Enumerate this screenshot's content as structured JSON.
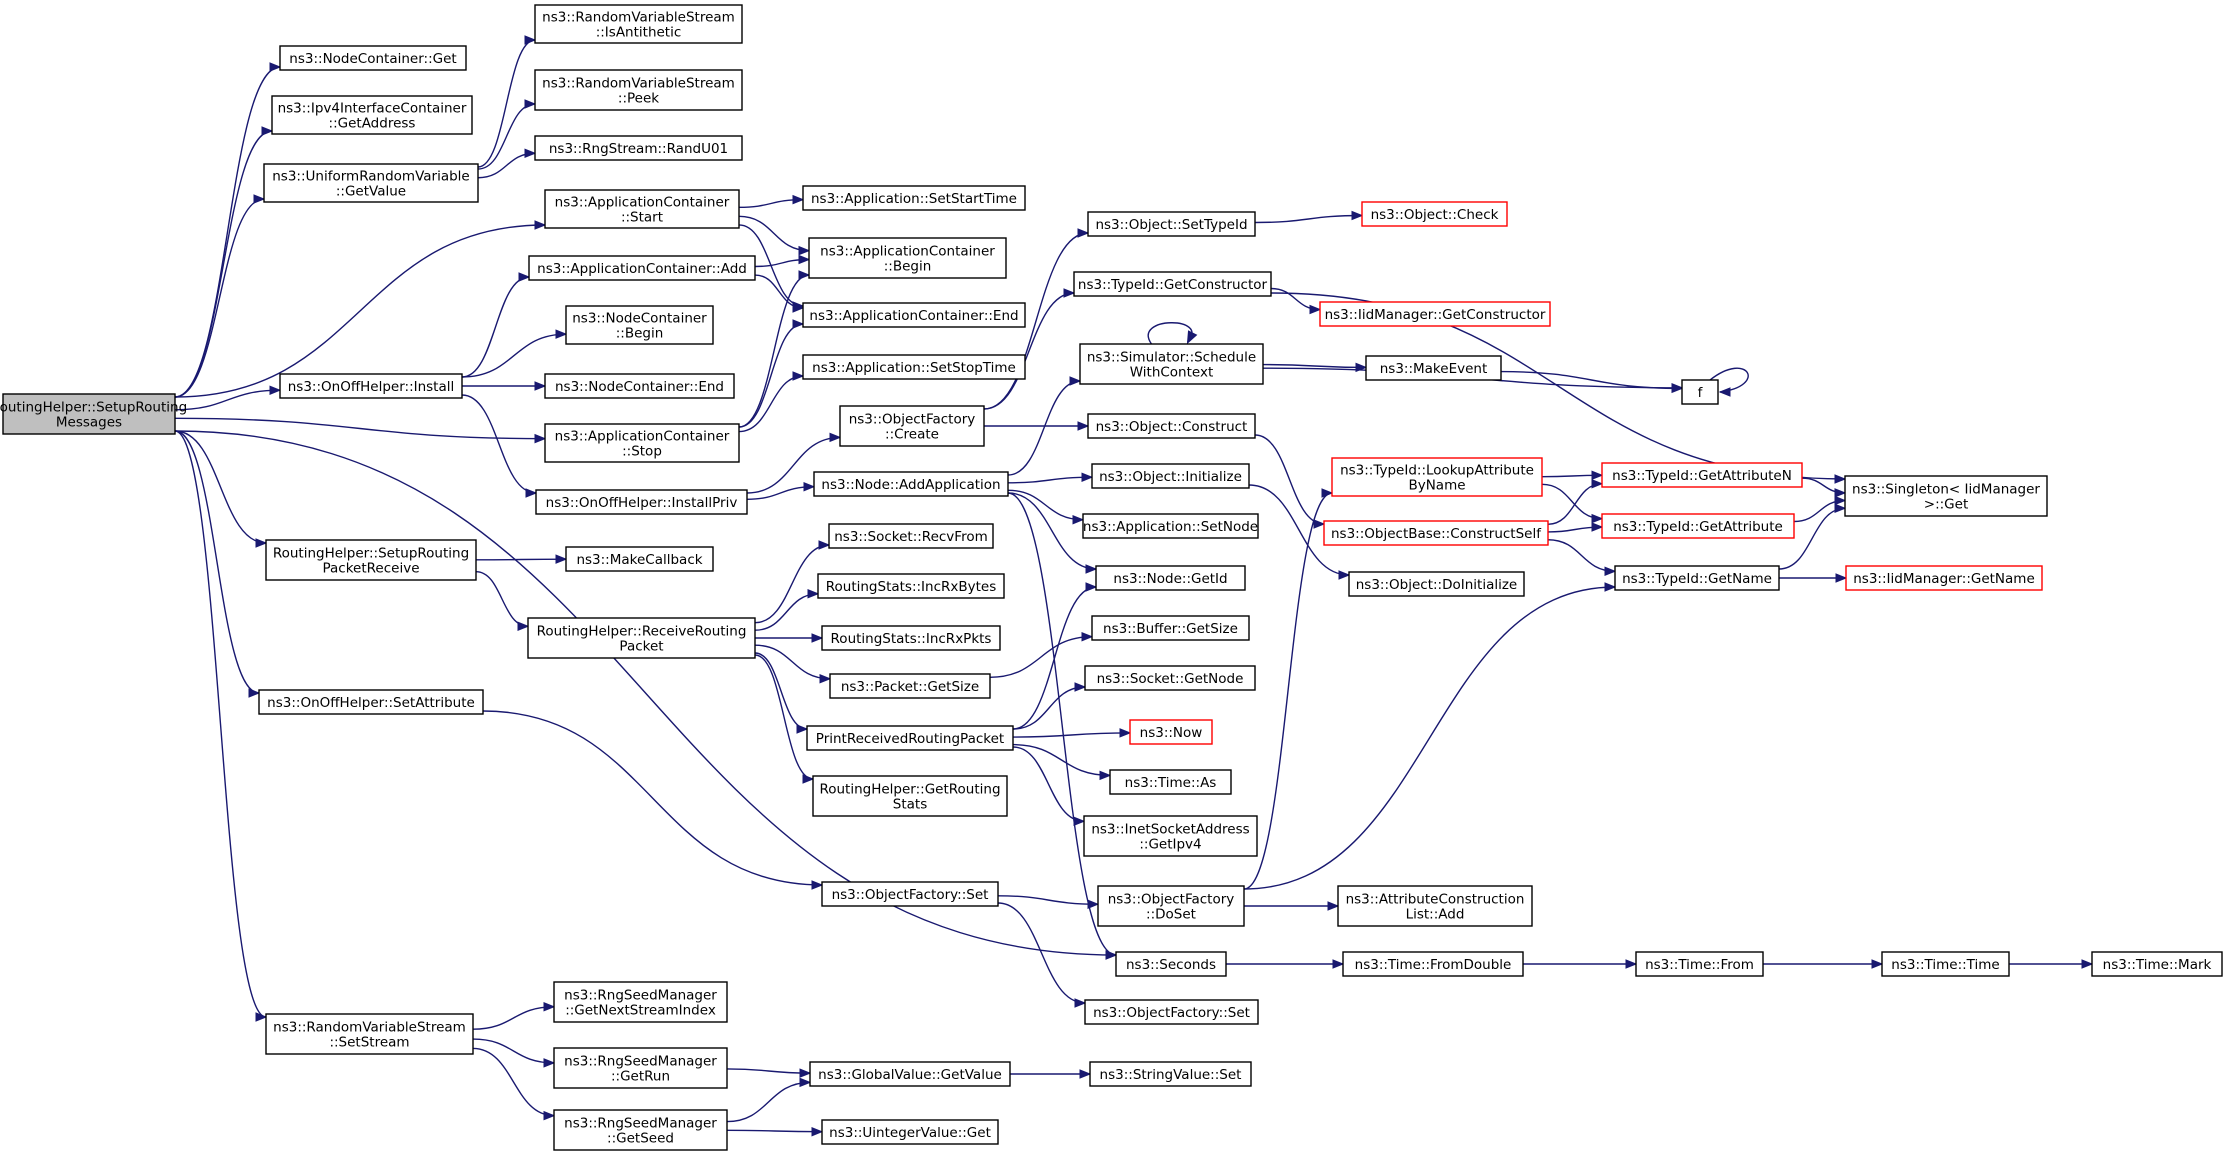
{
  "graph": {
    "colors": {
      "edge": "#191970",
      "truncated_border": "#ff0000",
      "root_fill": "#bfbfbf"
    },
    "nodes": [
      {
        "id": "root",
        "lines": [
          "RoutingHelper::SetupRouting",
          "Messages"
        ],
        "root": true
      },
      {
        "id": "nc_get",
        "lines": [
          "ns3::NodeContainer::Get"
        ]
      },
      {
        "id": "ipv4_getaddr",
        "lines": [
          "ns3::Ipv4InterfaceContainer",
          "::GetAddress"
        ]
      },
      {
        "id": "urv_getvalue",
        "lines": [
          "ns3::UniformRandomVariable",
          "::GetValue"
        ]
      },
      {
        "id": "rvs_isanti",
        "lines": [
          "ns3::RandomVariableStream",
          "::IsAntithetic"
        ]
      },
      {
        "id": "rvs_peek",
        "lines": [
          "ns3::RandomVariableStream",
          "::Peek"
        ]
      },
      {
        "id": "rng_randu01",
        "lines": [
          "ns3::RngStream::RandU01"
        ]
      },
      {
        "id": "ac_start",
        "lines": [
          "ns3::ApplicationContainer",
          "::Start"
        ]
      },
      {
        "id": "app_setstart",
        "lines": [
          "ns3::Application::SetStartTime"
        ]
      },
      {
        "id": "ac_begin",
        "lines": [
          "ns3::ApplicationContainer",
          "::Begin"
        ]
      },
      {
        "id": "ac_add",
        "lines": [
          "ns3::ApplicationContainer::Add"
        ]
      },
      {
        "id": "ac_end",
        "lines": [
          "ns3::ApplicationContainer::End"
        ]
      },
      {
        "id": "nc_begin",
        "lines": [
          "ns3::NodeContainer",
          "::Begin"
        ]
      },
      {
        "id": "onoff_install",
        "lines": [
          "ns3::OnOffHelper::Install"
        ]
      },
      {
        "id": "nc_end",
        "lines": [
          "ns3::NodeContainer::End"
        ]
      },
      {
        "id": "app_setstop",
        "lines": [
          "ns3::Application::SetStopTime"
        ]
      },
      {
        "id": "ac_stop",
        "lines": [
          "ns3::ApplicationContainer",
          "::Stop"
        ]
      },
      {
        "id": "onoff_installpriv",
        "lines": [
          "ns3::OnOffHelper::InstallPriv"
        ]
      },
      {
        "id": "obj_settypeid",
        "lines": [
          "ns3::Object::SetTypeId"
        ]
      },
      {
        "id": "obj_check",
        "lines": [
          "ns3::Object::Check"
        ],
        "truncated": true
      },
      {
        "id": "typeid_getctor",
        "lines": [
          "ns3::TypeId::GetConstructor"
        ]
      },
      {
        "id": "iidm_getctor",
        "lines": [
          "ns3::IidManager::GetConstructor"
        ],
        "truncated": true
      },
      {
        "id": "sim_schedctx",
        "lines": [
          "ns3::Simulator::Schedule",
          "WithContext"
        ]
      },
      {
        "id": "makeevent",
        "lines": [
          "ns3::MakeEvent"
        ]
      },
      {
        "id": "f",
        "lines": [
          "f"
        ]
      },
      {
        "id": "objf_create",
        "lines": [
          "ns3::ObjectFactory",
          "::Create"
        ]
      },
      {
        "id": "obj_construct",
        "lines": [
          "ns3::Object::Construct"
        ]
      },
      {
        "id": "node_addapp",
        "lines": [
          "ns3::Node::AddApplication"
        ]
      },
      {
        "id": "obj_initialize",
        "lines": [
          "ns3::Object::Initialize"
        ]
      },
      {
        "id": "app_setnode",
        "lines": [
          "ns3::Application::SetNode"
        ]
      },
      {
        "id": "typeid_lookupattr",
        "lines": [
          "ns3::TypeId::LookupAttribute",
          "ByName"
        ],
        "truncated": true
      },
      {
        "id": "typeid_getattrn",
        "lines": [
          "ns3::TypeId::GetAttributeN"
        ],
        "truncated": true
      },
      {
        "id": "singleton_get",
        "lines": [
          "ns3::Singleton< IidManager",
          ">::Get"
        ]
      },
      {
        "id": "objbase_constructself",
        "lines": [
          "ns3::ObjectBase::ConstructSelf"
        ],
        "truncated": true
      },
      {
        "id": "typeid_getattr",
        "lines": [
          "ns3::TypeId::GetAttribute"
        ],
        "truncated": true
      },
      {
        "id": "typeid_getname",
        "lines": [
          "ns3::TypeId::GetName"
        ]
      },
      {
        "id": "iidm_getname",
        "lines": [
          "ns3::IidManager::GetName"
        ],
        "truncated": true
      },
      {
        "id": "obj_doinit",
        "lines": [
          "ns3::Object::DoInitialize"
        ]
      },
      {
        "id": "rh_setuprecv",
        "lines": [
          "RoutingHelper::SetupRouting",
          "PacketReceive"
        ]
      },
      {
        "id": "makecallback",
        "lines": [
          "ns3::MakeCallback"
        ]
      },
      {
        "id": "sock_recvfrom",
        "lines": [
          "ns3::Socket::RecvFrom"
        ]
      },
      {
        "id": "rs_incrxbytes",
        "lines": [
          "RoutingStats::IncRxBytes"
        ]
      },
      {
        "id": "node_getid",
        "lines": [
          "ns3::Node::GetId"
        ]
      },
      {
        "id": "rh_recvpacket",
        "lines": [
          "RoutingHelper::ReceiveRouting",
          "Packet"
        ]
      },
      {
        "id": "rs_incrxpkts",
        "lines": [
          "RoutingStats::IncRxPkts"
        ]
      },
      {
        "id": "buf_getsize",
        "lines": [
          "ns3::Buffer::GetSize"
        ]
      },
      {
        "id": "pkt_getsize",
        "lines": [
          "ns3::Packet::GetSize"
        ]
      },
      {
        "id": "sock_getnode",
        "lines": [
          "ns3::Socket::GetNode"
        ]
      },
      {
        "id": "onoff_setattr",
        "lines": [
          "ns3::OnOffHelper::SetAttribute"
        ]
      },
      {
        "id": "print_recv",
        "lines": [
          "PrintReceivedRoutingPacket"
        ]
      },
      {
        "id": "now",
        "lines": [
          "ns3::Now"
        ],
        "truncated": true
      },
      {
        "id": "time_as",
        "lines": [
          "ns3::Time::As"
        ]
      },
      {
        "id": "rh_getstats",
        "lines": [
          "RoutingHelper::GetRouting",
          "Stats"
        ]
      },
      {
        "id": "inet_getipv4",
        "lines": [
          "ns3::InetSocketAddress",
          "::GetIpv4"
        ]
      },
      {
        "id": "objf_set",
        "lines": [
          "ns3::ObjectFactory::Set"
        ]
      },
      {
        "id": "objf_doset",
        "lines": [
          "ns3::ObjectFactory",
          "::DoSet"
        ]
      },
      {
        "id": "acl_add",
        "lines": [
          "ns3::AttributeConstruction",
          "List::Add"
        ]
      },
      {
        "id": "seconds",
        "lines": [
          "ns3::Seconds"
        ]
      },
      {
        "id": "time_fromdouble",
        "lines": [
          "ns3::Time::FromDouble"
        ]
      },
      {
        "id": "time_from",
        "lines": [
          "ns3::Time::From"
        ]
      },
      {
        "id": "time_time",
        "lines": [
          "ns3::Time::Time"
        ]
      },
      {
        "id": "time_mark",
        "lines": [
          "ns3::Time::Mark"
        ]
      },
      {
        "id": "objf_set2",
        "lines": [
          "ns3::ObjectFactory::Set"
        ]
      },
      {
        "id": "rvs_setstream",
        "lines": [
          "ns3::RandomVariableStream",
          "::SetStream"
        ]
      },
      {
        "id": "rsm_nextstream",
        "lines": [
          "ns3::RngSeedManager",
          "::GetNextStreamIndex"
        ]
      },
      {
        "id": "rsm_getrun",
        "lines": [
          "ns3::RngSeedManager",
          "::GetRun"
        ]
      },
      {
        "id": "gv_getvalue",
        "lines": [
          "ns3::GlobalValue::GetValue"
        ]
      },
      {
        "id": "sv_set",
        "lines": [
          "ns3::StringValue::Set"
        ]
      },
      {
        "id": "rsm_getseed",
        "lines": [
          "ns3::RngSeedManager",
          "::GetSeed"
        ]
      },
      {
        "id": "uv_get",
        "lines": [
          "ns3::UintegerValue::Get"
        ]
      }
    ],
    "edges": [
      [
        "root",
        "nc_get"
      ],
      [
        "root",
        "ipv4_getaddr"
      ],
      [
        "root",
        "urv_getvalue"
      ],
      [
        "root",
        "ac_start"
      ],
      [
        "root",
        "onoff_install"
      ],
      [
        "root",
        "ac_stop"
      ],
      [
        "root",
        "rh_setuprecv"
      ],
      [
        "root",
        "onoff_setattr"
      ],
      [
        "root",
        "seconds"
      ],
      [
        "root",
        "rvs_setstream"
      ],
      [
        "urv_getvalue",
        "rvs_isanti"
      ],
      [
        "urv_getvalue",
        "rvs_peek"
      ],
      [
        "urv_getvalue",
        "rng_randu01"
      ],
      [
        "ac_start",
        "app_setstart"
      ],
      [
        "ac_start",
        "ac_begin"
      ],
      [
        "ac_start",
        "ac_end"
      ],
      [
        "ac_add",
        "ac_begin"
      ],
      [
        "ac_add",
        "ac_end"
      ],
      [
        "onoff_install",
        "ac_add"
      ],
      [
        "onoff_install",
        "nc_begin"
      ],
      [
        "onoff_install",
        "nc_end"
      ],
      [
        "onoff_install",
        "onoff_installpriv"
      ],
      [
        "ac_stop",
        "app_setstop"
      ],
      [
        "ac_stop",
        "ac_begin"
      ],
      [
        "ac_stop",
        "ac_end"
      ],
      [
        "onoff_installpriv",
        "objf_create"
      ],
      [
        "onoff_installpriv",
        "node_addapp"
      ],
      [
        "objf_create",
        "obj_settypeid"
      ],
      [
        "objf_create",
        "typeid_getctor"
      ],
      [
        "objf_create",
        "obj_construct"
      ],
      [
        "obj_settypeid",
        "obj_check"
      ],
      [
        "typeid_getctor",
        "iidm_getctor"
      ],
      [
        "typeid_getctor",
        "singleton_get"
      ],
      [
        "sim_schedctx",
        "sim_schedctx"
      ],
      [
        "sim_schedctx",
        "makeevent"
      ],
      [
        "sim_schedctx",
        "f"
      ],
      [
        "makeevent",
        "f"
      ],
      [
        "f",
        "f"
      ],
      [
        "obj_construct",
        "objbase_constructself"
      ],
      [
        "node_addapp",
        "sim_schedctx"
      ],
      [
        "node_addapp",
        "obj_initialize"
      ],
      [
        "node_addapp",
        "app_setnode"
      ],
      [
        "node_addapp",
        "node_getid"
      ],
      [
        "node_addapp",
        "seconds"
      ],
      [
        "obj_initialize",
        "obj_doinit"
      ],
      [
        "objbase_constructself",
        "typeid_getattrn"
      ],
      [
        "objbase_constructself",
        "typeid_getattr"
      ],
      [
        "objbase_constructself",
        "typeid_getname"
      ],
      [
        "typeid_lookupattr",
        "typeid_getattrn"
      ],
      [
        "typeid_lookupattr",
        "typeid_getattr"
      ],
      [
        "typeid_getattrn",
        "singleton_get"
      ],
      [
        "typeid_getattr",
        "singleton_get"
      ],
      [
        "typeid_getname",
        "singleton_get"
      ],
      [
        "typeid_getname",
        "iidm_getname"
      ],
      [
        "rh_setuprecv",
        "makecallback"
      ],
      [
        "rh_setuprecv",
        "rh_recvpacket"
      ],
      [
        "rh_recvpacket",
        "sock_recvfrom"
      ],
      [
        "rh_recvpacket",
        "rs_incrxbytes"
      ],
      [
        "rh_recvpacket",
        "rs_incrxpkts"
      ],
      [
        "rh_recvpacket",
        "pkt_getsize"
      ],
      [
        "rh_recvpacket",
        "print_recv"
      ],
      [
        "rh_recvpacket",
        "rh_getstats"
      ],
      [
        "pkt_getsize",
        "buf_getsize"
      ],
      [
        "print_recv",
        "node_getid"
      ],
      [
        "print_recv",
        "sock_getnode"
      ],
      [
        "print_recv",
        "now"
      ],
      [
        "print_recv",
        "time_as"
      ],
      [
        "print_recv",
        "inet_getipv4"
      ],
      [
        "onoff_setattr",
        "objf_set"
      ],
      [
        "objf_set",
        "objf_doset"
      ],
      [
        "objf_set",
        "objf_set2"
      ],
      [
        "objf_doset",
        "typeid_lookupattr"
      ],
      [
        "objf_doset",
        "acl_add"
      ],
      [
        "objf_doset",
        "typeid_getname"
      ],
      [
        "seconds",
        "time_fromdouble"
      ],
      [
        "time_fromdouble",
        "time_from"
      ],
      [
        "time_from",
        "time_time"
      ],
      [
        "time_time",
        "time_mark"
      ],
      [
        "rvs_setstream",
        "rsm_nextstream"
      ],
      [
        "rvs_setstream",
        "rsm_getrun"
      ],
      [
        "rvs_setstream",
        "rsm_getseed"
      ],
      [
        "rsm_getrun",
        "gv_getvalue"
      ],
      [
        "rsm_getseed",
        "gv_getvalue"
      ],
      [
        "rsm_getseed",
        "uv_get"
      ],
      [
        "gv_getvalue",
        "sv_set"
      ]
    ]
  }
}
